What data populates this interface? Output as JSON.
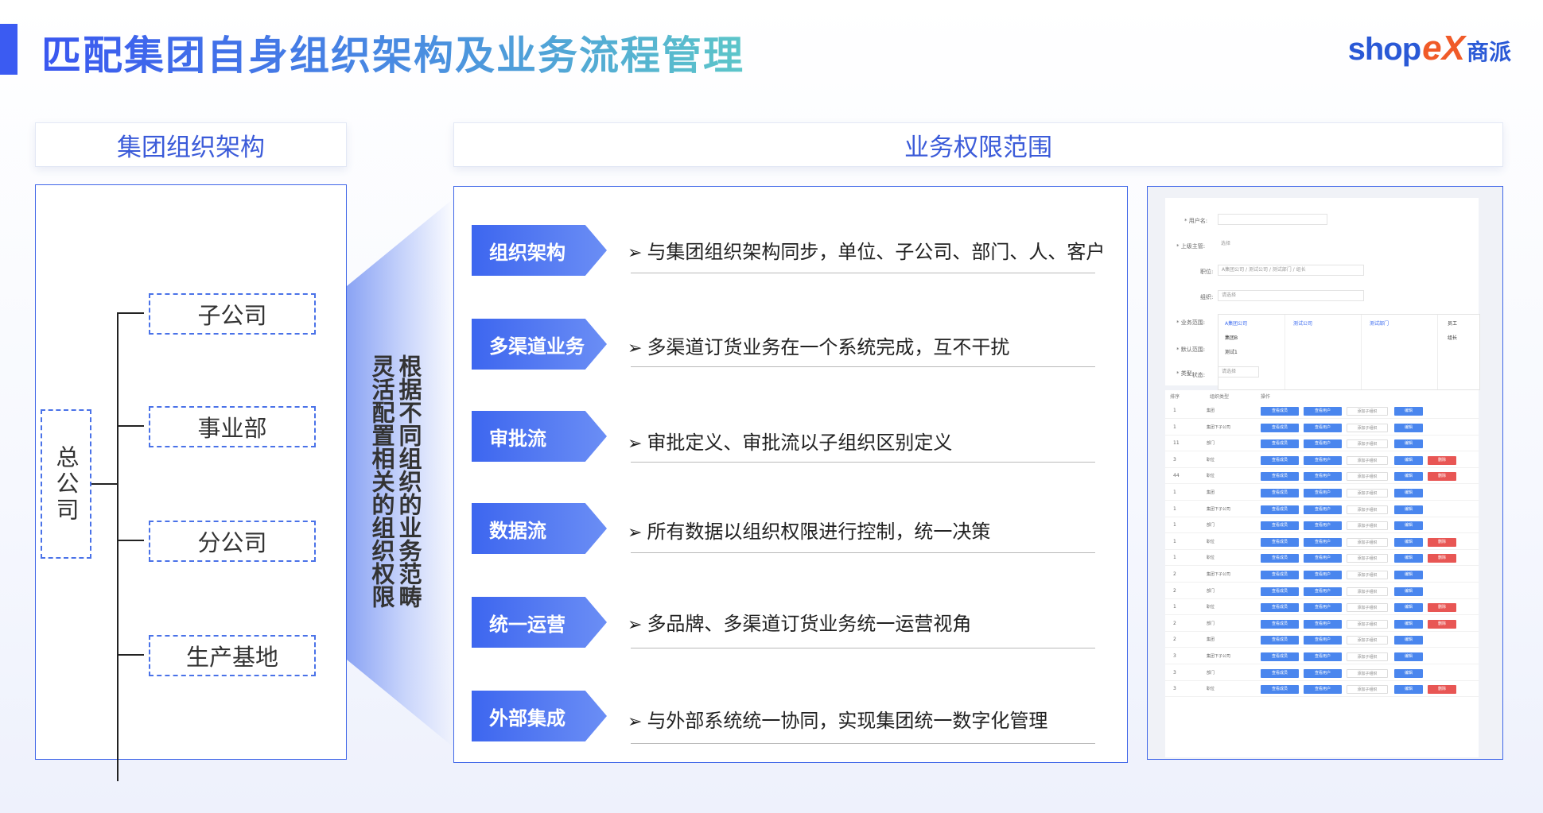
{
  "title": "匹配集团自身组织架构及业务流程管理",
  "logo": {
    "shop": "shop",
    "x": "eX",
    "cn": "商派"
  },
  "headers": {
    "org": "集团组织架构",
    "biz": "业务权限范围"
  },
  "org": {
    "root": "总公司",
    "children": [
      "子公司",
      "事业部",
      "分公司",
      "生产基地"
    ]
  },
  "side_text": [
    "根据不同组织的业务范畴",
    "灵活配置相关的组织权限"
  ],
  "biz_rows": [
    {
      "tag": "组织架构",
      "desc": "与集团组织架构同步，单位、子公司、部门、人、客户"
    },
    {
      "tag": "多渠道业务",
      "desc": "多渠道订货业务在一个系统完成，互不干扰"
    },
    {
      "tag": "审批流",
      "desc": "审批定义、审批流以子组织区别定义"
    },
    {
      "tag": "数据流",
      "desc": "所有数据以组织权限进行控制，统一决策"
    },
    {
      "tag": "统一运营",
      "desc": "多品牌、多渠道订货业务统一运营视角"
    },
    {
      "tag": "外部集成",
      "desc": "与外部系统统一协同，实现集团统一数字化管理"
    }
  ],
  "arrow_glyph": "➢",
  "screenshot": {
    "form": {
      "labels": [
        "* 用户名:",
        "* 上级主管:",
        "职位:",
        "组织:",
        "* 业务范围:",
        "* 默认范围:",
        "* 状态:",
        "* 类型:"
      ],
      "boss_value": "选择",
      "job_value": "A集团公司 / 测试公司 / 测试部门 / 组长",
      "org_placeholder": "请选择",
      "type_value": "请选择",
      "drop_cols": [
        [
          "A集团公司",
          "集团B",
          "测试1"
        ],
        [
          "测试公司"
        ],
        [
          "测试部门"
        ],
        [
          "员工",
          "组长"
        ]
      ]
    },
    "table": {
      "headers": [
        "排序",
        "组织类型",
        "操作"
      ],
      "rows": [
        {
          "idx": "1",
          "name": "集团",
          "del": false
        },
        {
          "idx": "1",
          "name": "集团下子公司",
          "del": false
        },
        {
          "idx": "11",
          "name": "部门",
          "del": false
        },
        {
          "idx": "3",
          "name": "职位",
          "del": true
        },
        {
          "idx": "44",
          "name": "职位",
          "del": true
        },
        {
          "idx": "1",
          "name": "集团",
          "del": false
        },
        {
          "idx": "1",
          "name": "集团下子公司",
          "del": false
        },
        {
          "idx": "1",
          "name": "部门",
          "del": false
        },
        {
          "idx": "1",
          "name": "职位",
          "del": true
        },
        {
          "idx": "1",
          "name": "职位",
          "del": true
        },
        {
          "idx": "2",
          "name": "集团下子公司",
          "del": false
        },
        {
          "idx": "2",
          "name": "部门",
          "del": false
        },
        {
          "idx": "1",
          "name": "职位",
          "del": true
        },
        {
          "idx": "2",
          "name": "部门",
          "del": true
        },
        {
          "idx": "2",
          "name": "集团",
          "del": false
        },
        {
          "idx": "3",
          "name": "集团下子公司",
          "del": false
        },
        {
          "idx": "3",
          "name": "部门",
          "del": false
        },
        {
          "idx": "3",
          "name": "职位",
          "del": true
        }
      ],
      "btn_labels": [
        "查看成员",
        "查看用户",
        "添加子组织",
        "编辑",
        "删除"
      ]
    }
  }
}
